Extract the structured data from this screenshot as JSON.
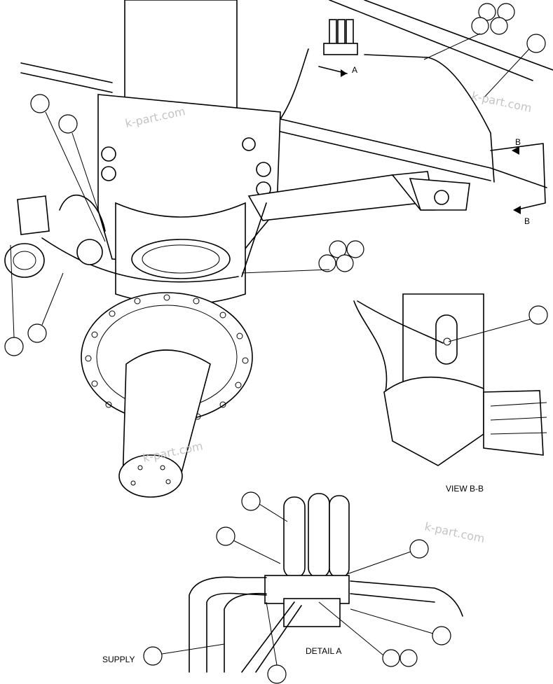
{
  "labels": {
    "arrow_a": "A",
    "arrow_b_top": "B",
    "arrow_b_bottom": "B",
    "view_bb": "VIEW B-B",
    "detail_a": "DETAIL A",
    "supply": "SUPPLY"
  },
  "watermarks": [
    "k-part.com",
    "k-part.com",
    "k-part.com",
    "k-part.com"
  ]
}
